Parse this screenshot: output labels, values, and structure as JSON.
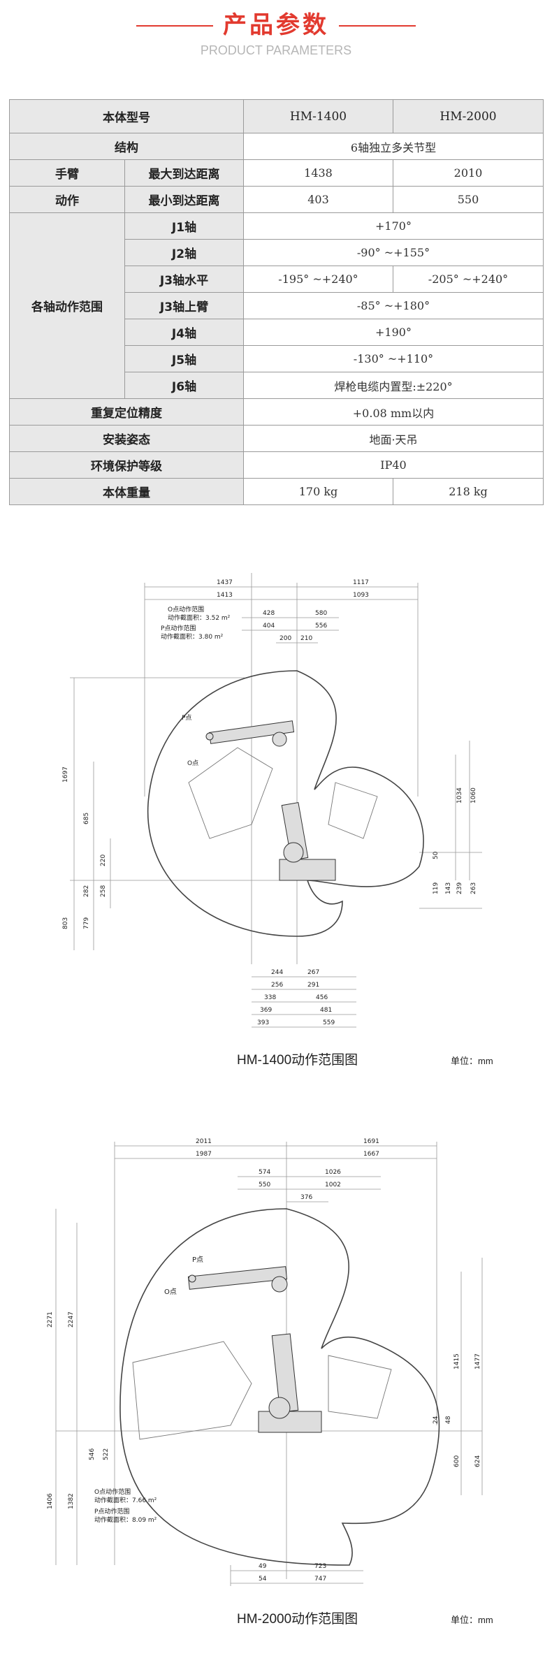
{
  "header": {
    "title_cn": "产品参数",
    "title_en": "PRODUCT PARAMETERS",
    "accent_color": "#e23a2f"
  },
  "table": {
    "model_label": "本体型号",
    "models": [
      "HM-1400",
      "HM-2000"
    ],
    "structure_label": "结构",
    "structure_value": "6轴独立多关节型",
    "arm_label": "手臂",
    "max_reach_label": "最大到达距离",
    "max_reach": [
      "1438",
      "2010"
    ],
    "motion_label": "动作",
    "min_reach_label": "最小到达距离",
    "min_reach": [
      "403",
      "550"
    ],
    "axis_range_label": "各轴动作范围",
    "axes": [
      {
        "name": "J1轴",
        "value": "+170°"
      },
      {
        "name": "J2轴",
        "value": "-90° ~+155°"
      },
      {
        "name": "J3轴水平",
        "values": [
          "-195° ~+240°",
          "-205° ~+240°"
        ]
      },
      {
        "name": "J3轴上臂",
        "value": "-85° ~+180°"
      },
      {
        "name": "J4轴",
        "value": "+190°"
      },
      {
        "name": "J5轴",
        "value": "-130° ~+110°"
      },
      {
        "name": "J6轴",
        "value": "焊枪电缆内置型:±220°"
      }
    ],
    "repeatability_label": "重复定位精度",
    "repeatability_value": "+0.08 mm以内",
    "mounting_label": "安装姿态",
    "mounting_value": "地面·天吊",
    "protection_label": "环境保护等级",
    "protection_value": "IP40",
    "weight_label": "本体重量",
    "weights": [
      "170 kg",
      "218 kg"
    ]
  },
  "diagram1": {
    "caption": "HM-1400动作范围图",
    "unit": "单位：mm",
    "o_range_label": "O点动作范围",
    "o_range_area": "动作截面积：3.52 m²",
    "p_range_label": "P点动作范围",
    "p_range_area": "动作截面积：3.80 m²",
    "p_point": "P点",
    "o_point": "O点",
    "top_dims": [
      "1437",
      "1413",
      "1117",
      "1093",
      "428",
      "580",
      "404",
      "556",
      "200",
      "210"
    ],
    "left_dims": [
      "1697",
      "685",
      "220",
      "282",
      "258",
      "803",
      "779"
    ],
    "right_dims": [
      "1034",
      "1060",
      "50",
      "119",
      "143",
      "239",
      "263"
    ],
    "bottom_dims": [
      "244",
      "267",
      "256",
      "291",
      "338",
      "456",
      "369",
      "481",
      "393",
      "559"
    ]
  },
  "diagram2": {
    "caption": "HM-2000动作范围图",
    "unit": "单位：mm",
    "o_range_label": "O点动作范围",
    "o_range_area": "动作截面积：7.66 m²",
    "p_range_label": "P点动作范围",
    "p_range_area": "动作截面积：8.09 m²",
    "p_point": "P点",
    "o_point": "O点",
    "top_dims": [
      "2011",
      "1987",
      "1691",
      "1667",
      "574",
      "550",
      "1026",
      "1002",
      "376"
    ],
    "left_dims": [
      "2271",
      "2247",
      "546",
      "522",
      "1406",
      "1382"
    ],
    "right_dims": [
      "1415",
      "1477",
      "24",
      "48",
      "600",
      "624"
    ],
    "bottom_dims": [
      "49",
      "723",
      "54",
      "747"
    ]
  }
}
